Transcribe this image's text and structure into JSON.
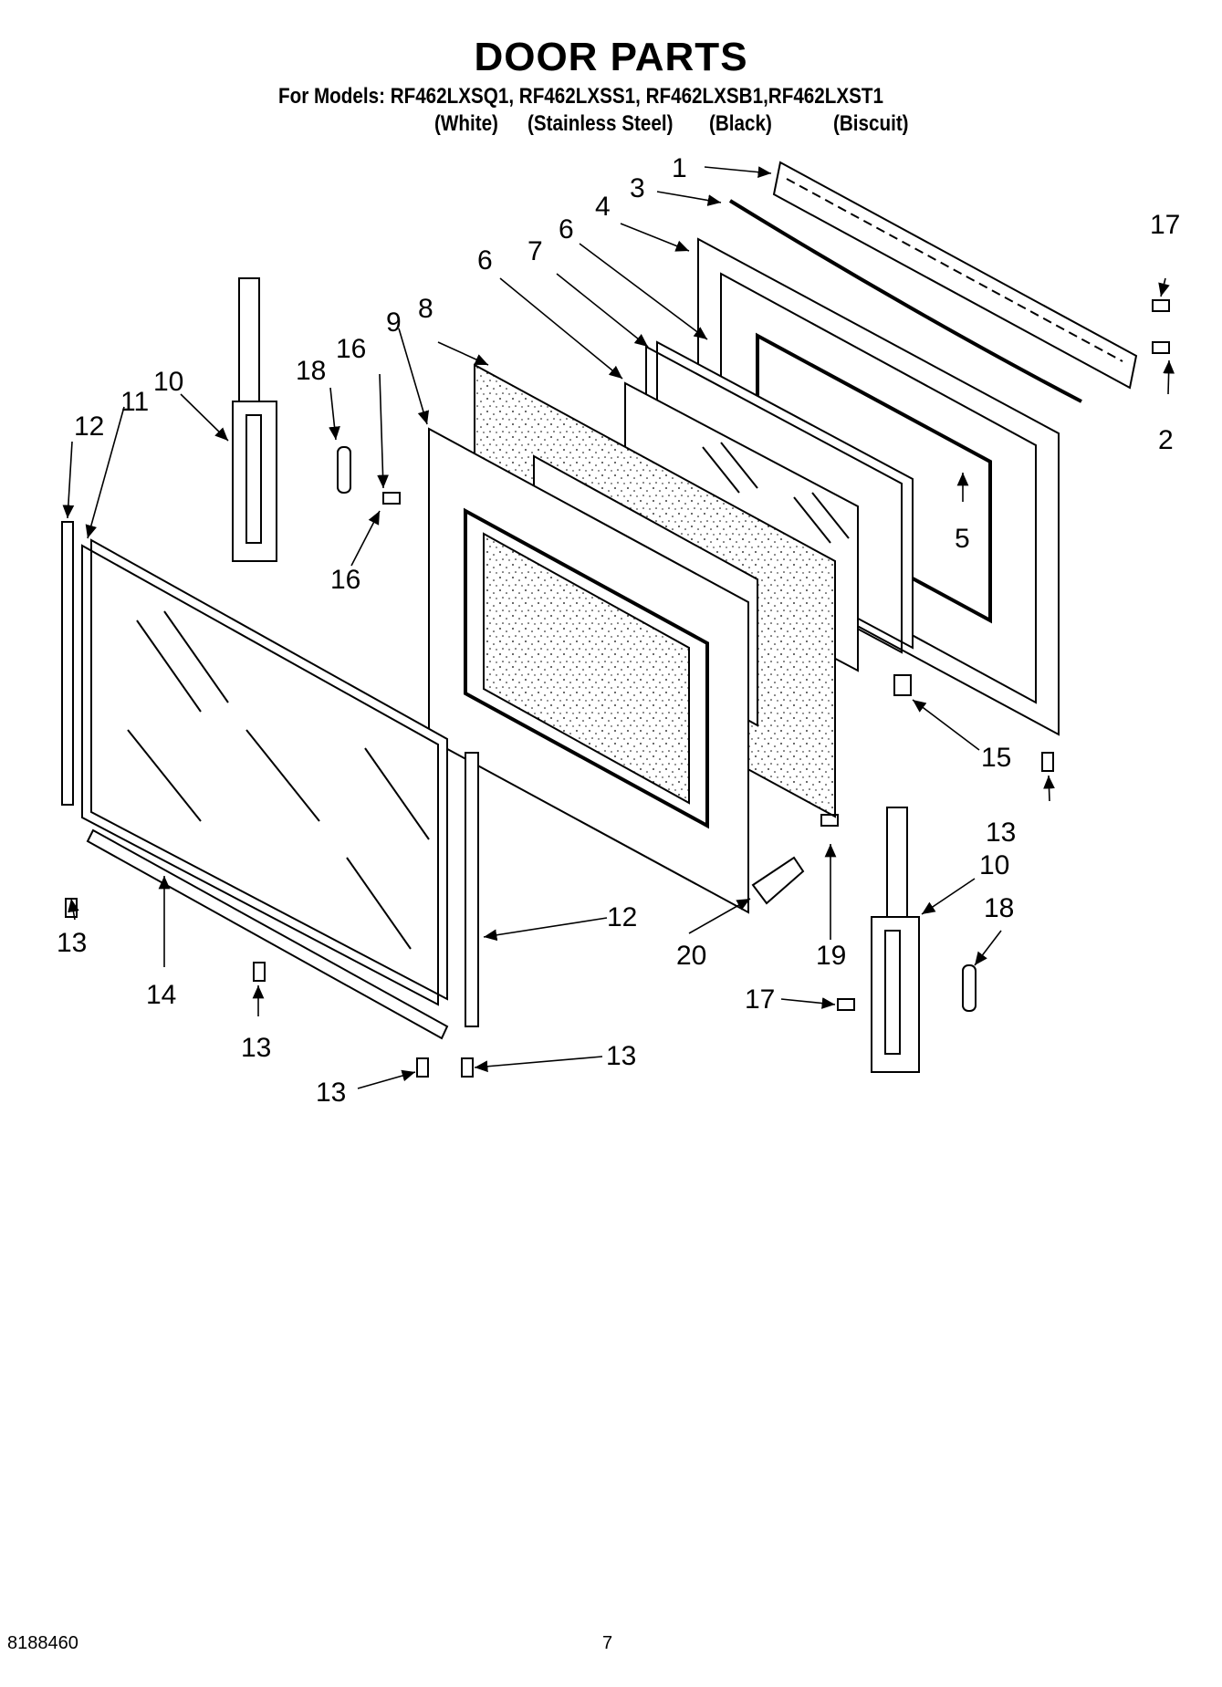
{
  "header": {
    "title": "DOOR PARTS",
    "models_line": "For Models: RF462LXSQ1, RF462LXSS1, RF462LXSB1,RF462LXST1",
    "variants": [
      "(White)",
      "(Stainless Steel)",
      "(Black)",
      "(Biscuit)"
    ]
  },
  "callouts": {
    "c1": "1",
    "c2": "2",
    "c3": "3",
    "c4": "4",
    "c5": "5",
    "c6a": "6",
    "c6b": "6",
    "c7": "7",
    "c8": "8",
    "c9": "9",
    "c10a": "10",
    "c10b": "10",
    "c11": "11",
    "c12a": "12",
    "c12b": "12",
    "c13a": "13",
    "c13b": "13",
    "c13c": "13",
    "c13d": "13",
    "c13e": "13",
    "c14": "14",
    "c15": "15",
    "c16a": "16",
    "c16b": "16",
    "c17a": "17",
    "c17b": "17",
    "c18a": "18",
    "c18b": "18",
    "c19": "19",
    "c20": "20"
  },
  "footer": {
    "part_number": "8188460",
    "page_number": "7"
  }
}
